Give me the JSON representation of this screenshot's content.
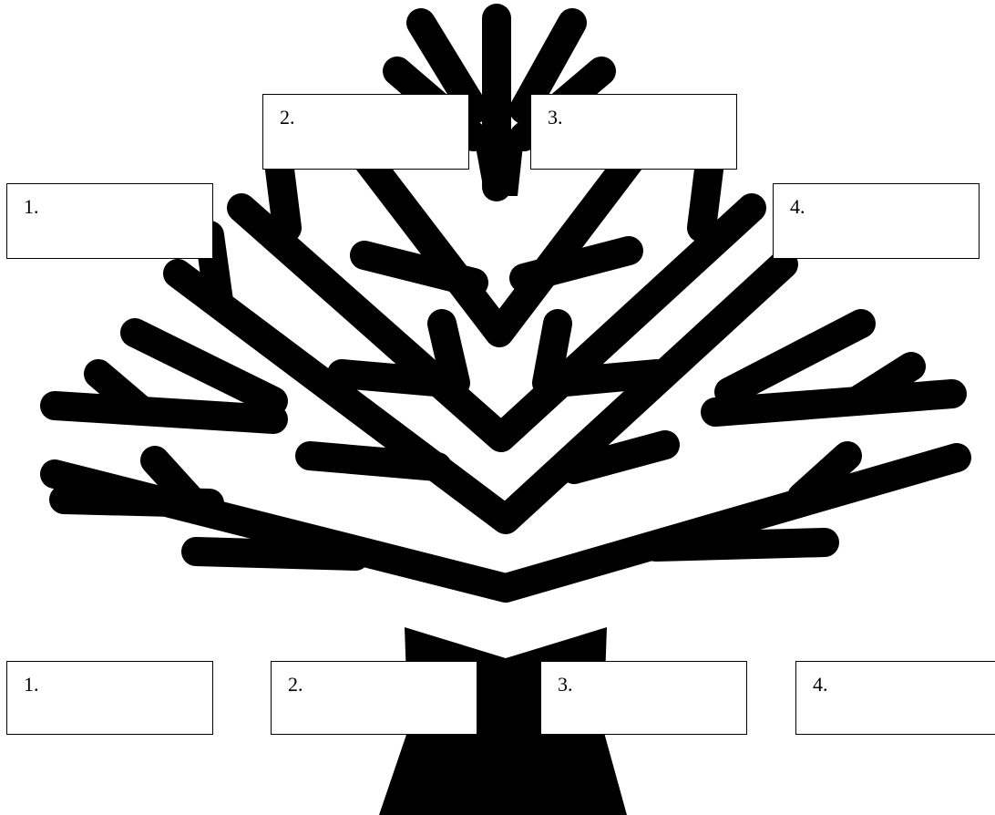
{
  "diagram": {
    "colors": {
      "tree": "#000000",
      "background": "#ffffff",
      "box_border": "#000000"
    },
    "branch_labels": [
      {
        "number": "1.",
        "text": ""
      },
      {
        "number": "2.",
        "text": ""
      },
      {
        "number": "3.",
        "text": ""
      },
      {
        "number": "4.",
        "text": ""
      }
    ],
    "root_labels": [
      {
        "number": "1.",
        "text": ""
      },
      {
        "number": "2.",
        "text": ""
      },
      {
        "number": "3.",
        "text": ""
      },
      {
        "number": "4.",
        "text": ""
      }
    ]
  }
}
